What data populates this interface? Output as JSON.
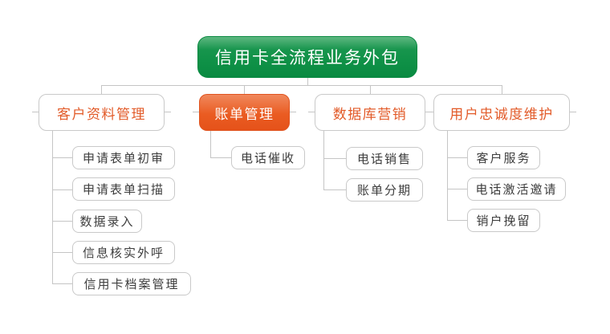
{
  "diagram": {
    "root": {
      "label": "信用卡全流程业务外包"
    },
    "branches": [
      {
        "label": "客户资料管理",
        "emphasis": false,
        "children": [
          {
            "label": "申请表单初审"
          },
          {
            "label": "申请表单扫描"
          },
          {
            "label": "数据录入"
          },
          {
            "label": "信息核实外呼"
          },
          {
            "label": "信用卡档案管理"
          }
        ]
      },
      {
        "label": "账单管理",
        "emphasis": true,
        "children": [
          {
            "label": "电话催收"
          }
        ]
      },
      {
        "label": "数据库营销",
        "emphasis": false,
        "children": [
          {
            "label": "电话销售"
          },
          {
            "label": "账单分期"
          }
        ]
      },
      {
        "label": "用户忠诚度维护",
        "emphasis": false,
        "children": [
          {
            "label": "客户服务"
          },
          {
            "label": "电话激活邀请"
          },
          {
            "label": "销户挽留"
          }
        ]
      }
    ],
    "colors": {
      "root_green": "#0f9147",
      "root_green_light": "#5eb780",
      "emphasis_orange": "#e95c22",
      "emphasis_orange_light": "#f0885c",
      "accent_text_orange": "#e25a28",
      "child_text": "#3d3d3d",
      "connector_line": "#c5c5c5",
      "box_border": "#c9c9c9"
    }
  }
}
